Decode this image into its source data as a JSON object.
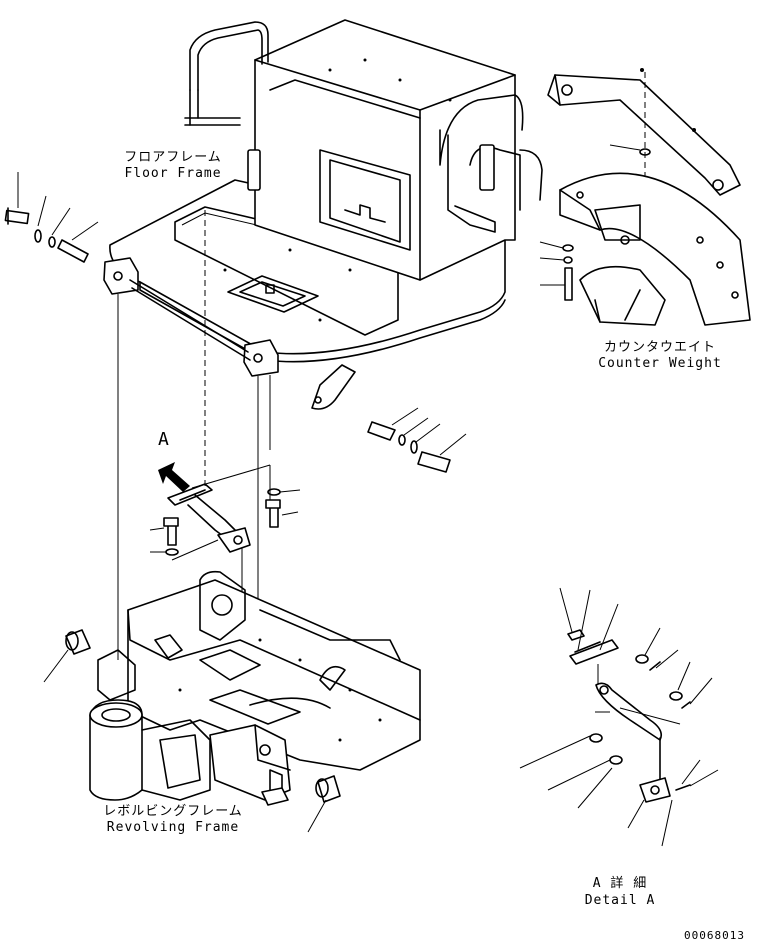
{
  "labels": {
    "floor_frame_jp": "フロアフレーム",
    "floor_frame_en": "Floor Frame",
    "counter_weight_jp": "カウンタウエイト",
    "counter_weight_en": "Counter Weight",
    "revolving_frame_jp": "レボルビングフレーム",
    "revolving_frame_en": "Revolving Frame",
    "detail_jp": "A 詳 細",
    "detail_en": "Detail A",
    "view_marker": "A",
    "drawing_number": "00068013"
  }
}
